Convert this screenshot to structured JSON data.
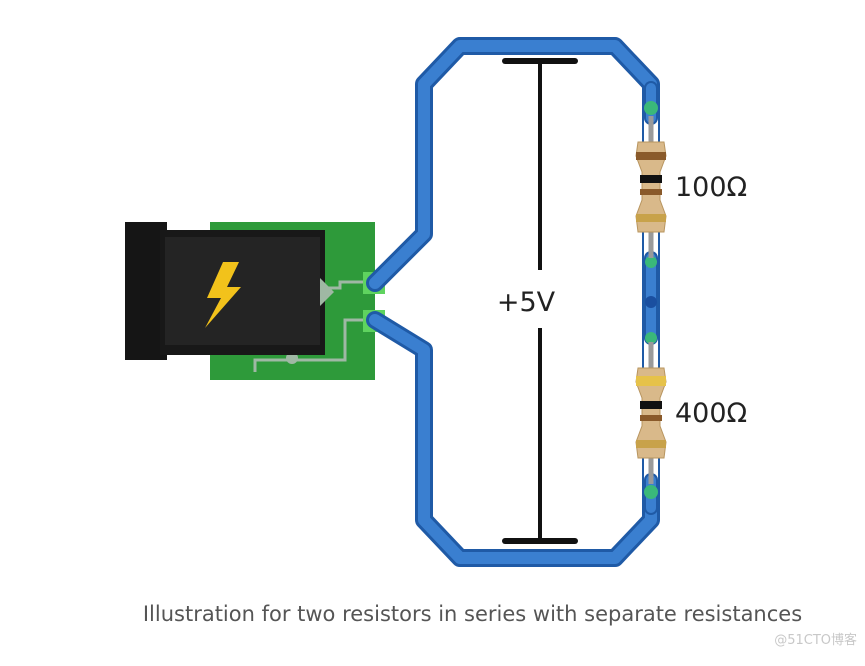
{
  "diagram": {
    "voltage_label": "+5V",
    "resistor_top_label": "100Ω",
    "resistor_bottom_label": "400Ω",
    "power_symbol": "⚡",
    "wire_color": "#3a7fd0",
    "wire_outline_color": "#1f5aa6",
    "board_color": "#2e9a3a",
    "barrel_color": "#151515",
    "bolt_color": "#f2c21b"
  },
  "caption": "Illustration for two resistors in series with separate resistances",
  "watermark": "@51CTO博客"
}
